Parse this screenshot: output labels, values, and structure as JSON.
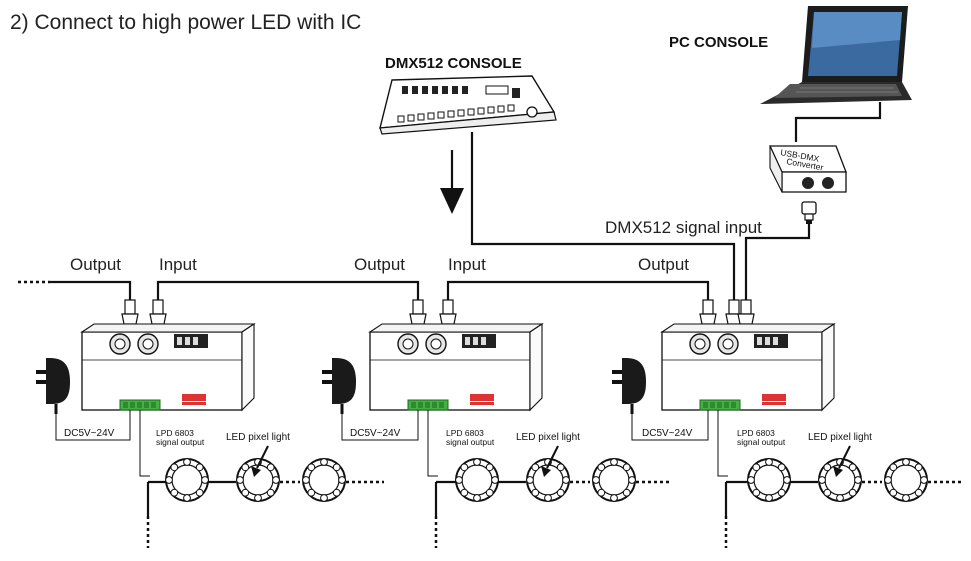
{
  "title": "2) Connect to high power LED  with IC",
  "pc_console_label": "PC CONSOLE",
  "dmx_console_label": "DMX512 CONSOLE",
  "dmx_signal_label": "DMX512 signal input",
  "converter_text": [
    "USB-DMX",
    "Converter"
  ],
  "decoders": [
    {
      "output_label": "Output",
      "input_label": "Input",
      "power_label": "DC5V~24V",
      "signal_label": [
        "LPD 6803",
        "signal output"
      ],
      "pixel_label": "LED pixel light"
    },
    {
      "output_label": "Output",
      "input_label": "Input",
      "power_label": "DC5V~24V",
      "signal_label": [
        "LPD 6803",
        "signal output"
      ],
      "pixel_label": "LED pixel light"
    },
    {
      "output_label": "Output",
      "power_label": "DC5V~24V",
      "signal_label": [
        "LPD 6803",
        "signal output"
      ],
      "pixel_label": "LED pixel light"
    }
  ]
}
